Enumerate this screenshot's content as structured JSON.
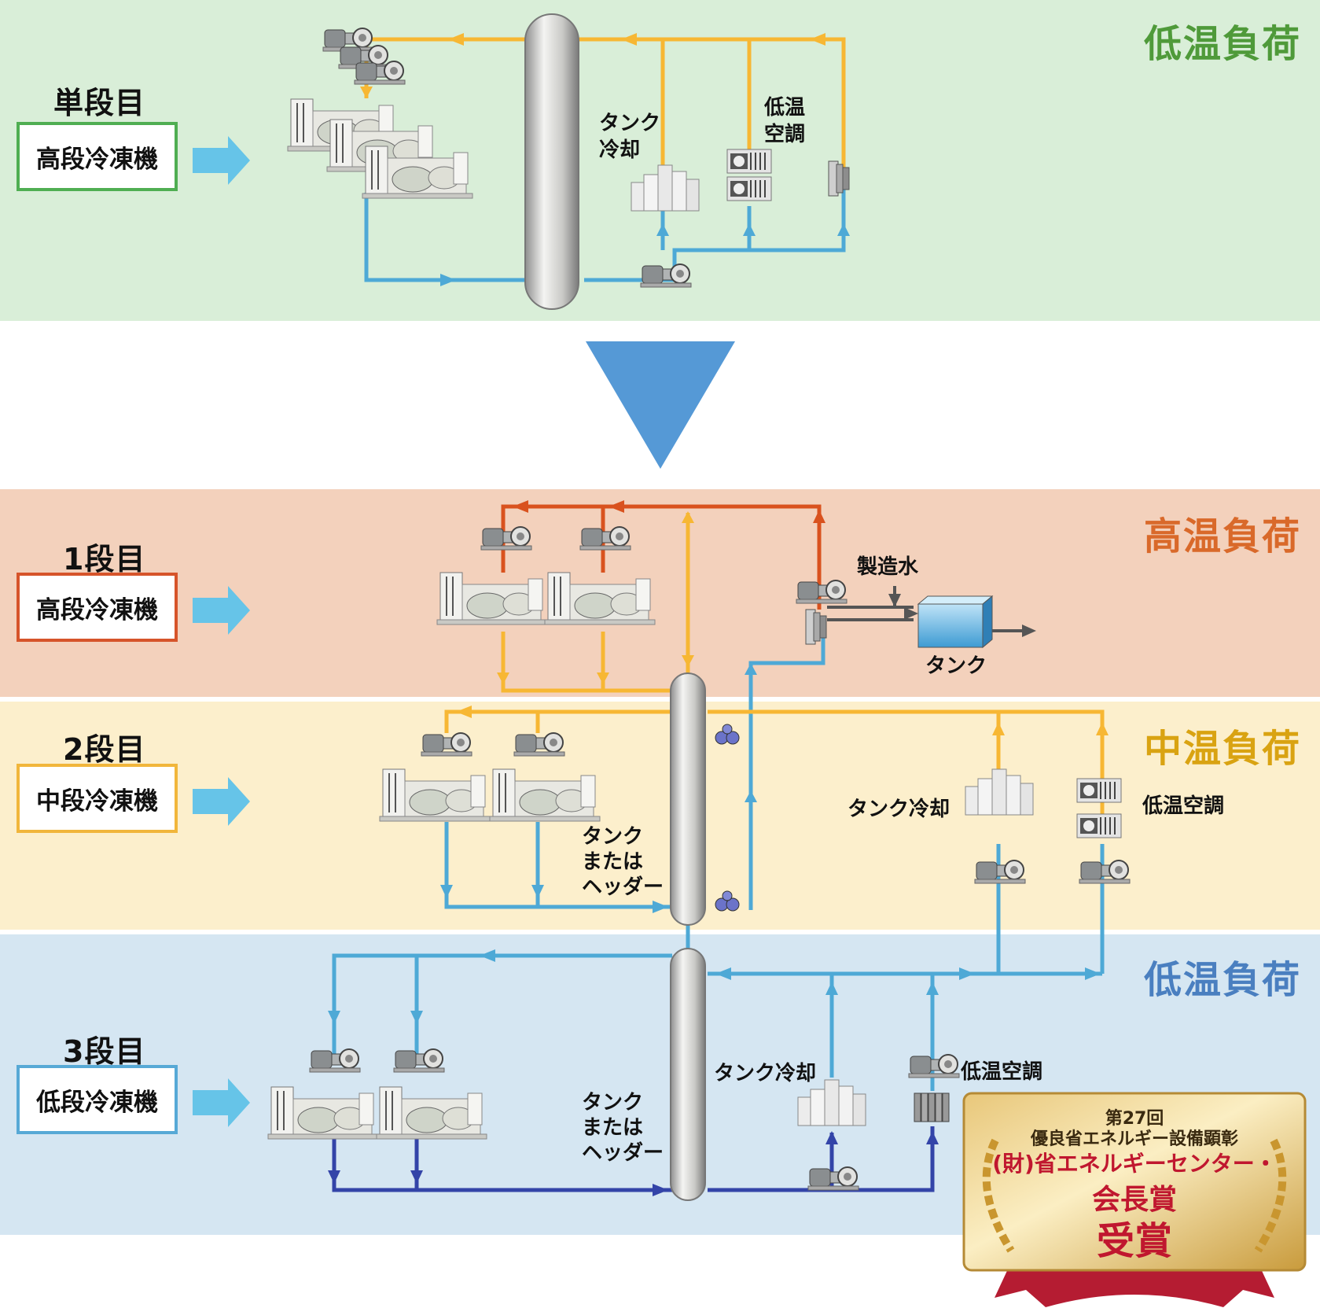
{
  "colors": {
    "band_top": "#d9eed8",
    "band_high": "#f3d1bc",
    "band_mid": "#fcefcc",
    "band_low": "#d5e6f2",
    "green_title": "#4f9a3a",
    "orange_title": "#d9692a",
    "gold_title": "#d9a312",
    "blue_title": "#4a7fc0",
    "box_green": "#4fae52",
    "box_red": "#d6542a",
    "box_gold": "#f1b63b",
    "box_blue": "#57a9d6",
    "pipe_yellow": "#f7b733",
    "pipe_blue": "#4ea9d6",
    "pipe_red": "#d9521e",
    "pipe_navy": "#3344a8",
    "arrow_light": "#66c4e8",
    "transition_triangle": "#5599d6"
  },
  "before": {
    "load_title": "低温負荷",
    "stage": "単段目",
    "machine": "高段冷凍機",
    "labels": {
      "tank_cooling": [
        "タンク",
        "冷却"
      ],
      "low_temp_ac": [
        "低温",
        "空調"
      ]
    }
  },
  "after": {
    "high": {
      "load_title": "高温負荷",
      "stage": "1段目",
      "machine": "高段冷凍機",
      "labels": {
        "made_water": "製造水",
        "tank": "タンク"
      }
    },
    "mid": {
      "load_title": "中温負荷",
      "stage": "2段目",
      "machine": "中段冷凍機",
      "labels": {
        "tank_or_header": [
          "タンク",
          "または",
          "ヘッダー"
        ],
        "tank_cooling": "タンク冷却",
        "low_temp_ac": "低温空調"
      }
    },
    "low": {
      "load_title": "低温負荷",
      "stage": "3段目",
      "machine": "低段冷凍機",
      "labels": {
        "tank_or_header": [
          "タンク",
          "または",
          "ヘッダー"
        ],
        "tank_cooling": "タンク冷却",
        "low_temp_ac": "低温空調"
      }
    }
  },
  "award": {
    "line1": "第27回",
    "line2": "優良省エネルギー設備顕彰",
    "line3": "(財)省エネルギーセンター・",
    "line4": "会長賞",
    "line5": "受賞"
  }
}
